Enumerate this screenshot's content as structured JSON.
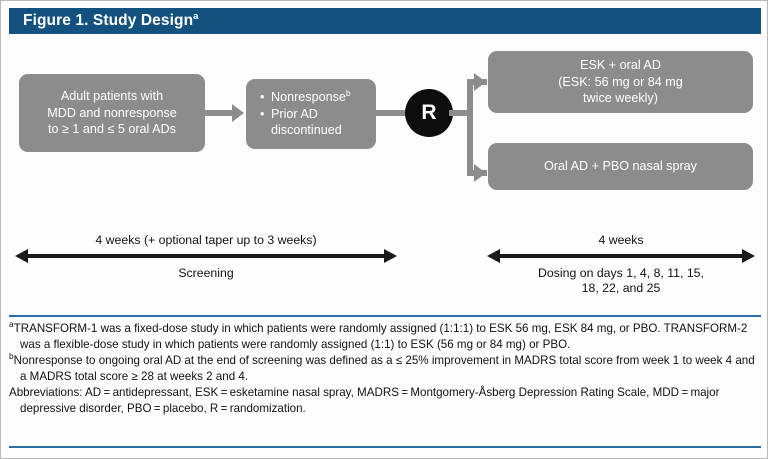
{
  "figure": {
    "title_prefix": "Figure 1. Study Design",
    "title_superscript": "a"
  },
  "flow": {
    "boxes": {
      "eligibility": "Adult patients with MDD and nonresponse to ≥ 1 and ≤ 5 oral ADs",
      "eligibility_lines": [
        "Adult patients with",
        "MDD and nonresponse",
        "to ≥ 1 and ≤ 5 oral ADs"
      ],
      "screening_bullet_1": "Nonresponse",
      "screening_bullet_1_superscript": "b",
      "screening_bullet_2_line_1": "Prior AD",
      "screening_bullet_2_line_2": "discontinued",
      "esk_arm_lines": [
        "ESK + oral AD",
        "(ESK: 56 mg or 84 mg",
        "twice weekly)"
      ],
      "pbo_arm": "Oral AD + PBO nasal spray"
    },
    "randomization_node_label": "R"
  },
  "timelines": [
    {
      "id": "screening",
      "top_label": "4 weeks (+ optional taper up to 3 weeks)",
      "bottom_label": "Screening"
    },
    {
      "id": "dosing",
      "top_label": "4 weeks",
      "bottom_label_line_1": "Dosing on days 1, 4, 8, 11, 15,",
      "bottom_label_line_2": "18, 22, and 25"
    }
  ],
  "footnotes": {
    "note_a_marker": "a",
    "note_a_text": "TRANSFORM-1 was a fixed-dose study in which patients were randomly assigned (1:1:1) to ESK 56 mg, ESK 84 mg, or PBO. TRANSFORM-2 was a flexible-dose study in which patients were randomly assigned (1:1) to ESK (56 mg or 84 mg) or PBO.",
    "note_b_marker": "b",
    "note_b_text": "Nonresponse to ongoing oral AD at the end of screening was defined as a ≤ 25% improvement in MADRS total score from week 1 to week 4 and a MADRS total score ≥ 28 at weeks 2 and 4.",
    "abbreviations_text": "Abbreviations: AD = antidepressant, ESK = esketamine nasal spray, MADRS = Montgomery-Åsberg Depression Rating Scale, MDD = major depressive disorder, PBO = placebo, R = randomization."
  },
  "colors": {
    "title_bar": "#13527e",
    "box_gray": "#8c8c8c",
    "divider_blue": "#2e6ea6",
    "node_black": "#0d0d0d"
  }
}
